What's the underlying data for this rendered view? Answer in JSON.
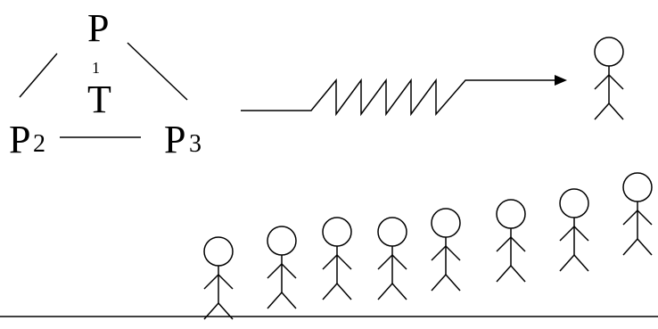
{
  "triangle": {
    "top_label": "P",
    "top_subscript": "1",
    "center_label": "T",
    "left_label": "P",
    "left_subscript": "2",
    "right_label": "P",
    "right_subscript": "3"
  },
  "colors": {
    "ink": "#000000",
    "background": "#ffffff"
  },
  "icons": {
    "arrow": "zigzag-arrow-icon",
    "person": "stick-figure-icon"
  },
  "people": {
    "single_count": 1,
    "row_count": 8
  }
}
